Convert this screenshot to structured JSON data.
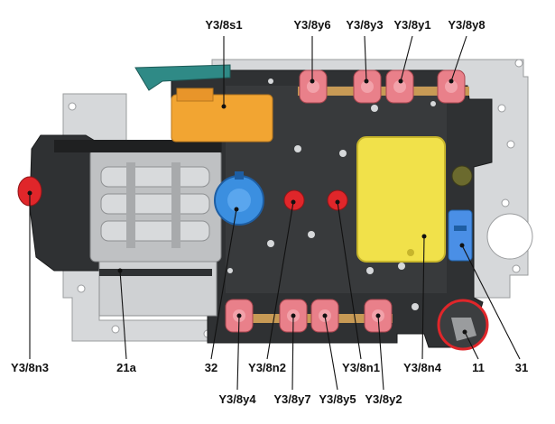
{
  "labels": {
    "top": [
      "Y3/8s1",
      "Y3/8y6",
      "Y3/8y3",
      "Y3/8y1",
      "Y3/8y8"
    ],
    "bottom_row1": [
      "Y3/8n3",
      "21a",
      "32",
      "Y3/8n2",
      "Y3/8n1",
      "Y3/8n4",
      "11",
      "31"
    ],
    "bottom_row2": [
      "Y3/8y4",
      "Y3/8y7",
      "Y3/8y5",
      "Y3/8y2"
    ]
  },
  "colors": {
    "plate": "#d6d8da",
    "housing": "#2f3133",
    "board_pad": "#f1e14a",
    "solenoid": "#e9808a",
    "sensor_orange": "#f2a532",
    "sensor_blue": "#3b8fe0",
    "speed_blue": "#4a8fe6",
    "red_plug": "#e0262a",
    "green_bracket": "#2f8a86",
    "ribbon": "#c79a55"
  },
  "icons": [
    "solenoid-valve-icon",
    "pressure-sensor-icon",
    "temperature-sensor-icon",
    "speed-sensor-icon",
    "connector-icon"
  ]
}
